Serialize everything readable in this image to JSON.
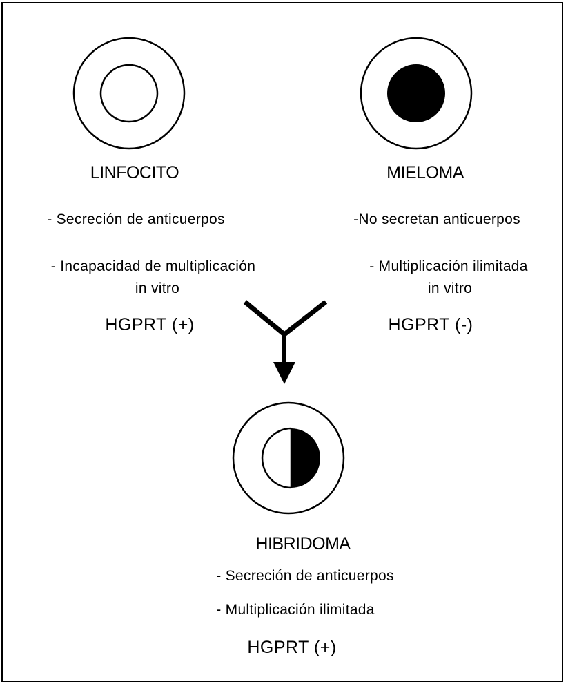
{
  "linfocito": {
    "title": "LINFOCITO",
    "trait1": "- Secreción de anticuerpos",
    "trait2_line1": "- Incapacidad de multiplicación",
    "trait2_line2": "in vitro",
    "hgprt": "HGPRT (+)"
  },
  "mieloma": {
    "title": "MIELOMA",
    "trait1": "-No secretan anticuerpos",
    "trait2_line1": "- Multiplicación ilimitada",
    "trait2_line2": "in vitro",
    "hgprt": "HGPRT (-)"
  },
  "hibridoma": {
    "title": "HIBRIDOMA",
    "trait1": "- Secreción de anticuerpos",
    "trait2": "- Multiplicación ilimitada",
    "hgprt": "HGPRT (+)"
  }
}
